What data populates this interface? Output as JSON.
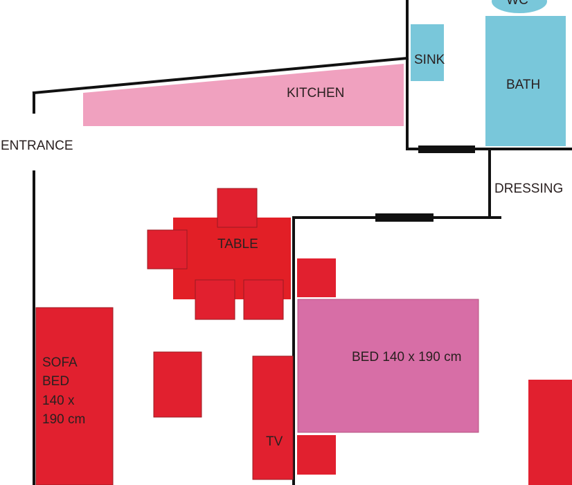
{
  "colors": {
    "wall": "#111111",
    "furniture_red": "#e1202f",
    "table_red": "#e21f26",
    "kitchen_pink": "#f0a1bf",
    "bed_pink": "#d76ea6",
    "bathroom_blue": "#79c7da",
    "label_text": "#2a2020"
  },
  "labels": {
    "wc": "WC",
    "sink": "SINK",
    "bath": "BATH",
    "kitchen": "KITCHEN",
    "entrance": "ENTRANCE",
    "dressing": "DRESSING",
    "table": "TABLE",
    "bed": "BED 140 x 190 cm",
    "sofa_bed_lines": [
      "SOFA",
      "BED",
      "140 x",
      "190 cm"
    ],
    "tv": "TV"
  }
}
